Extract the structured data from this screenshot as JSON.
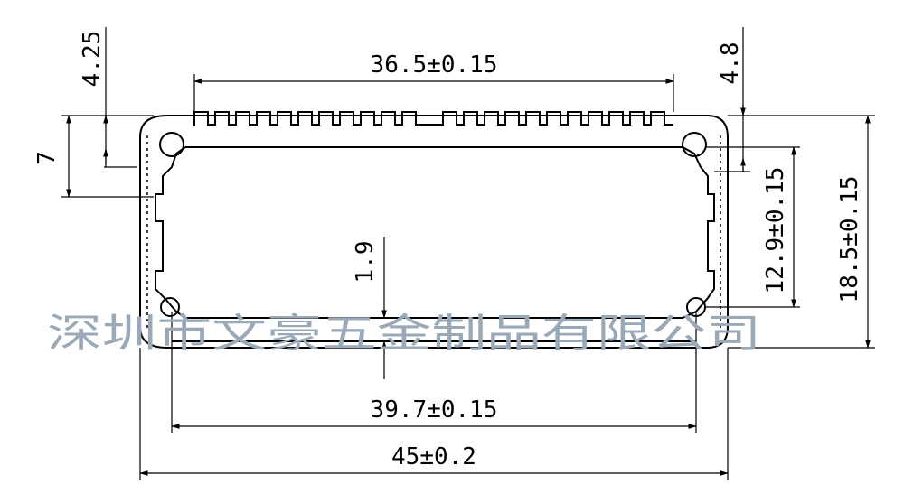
{
  "drawing": {
    "dimensions": {
      "top_width": "36.5±0.15",
      "inner_width": "39.7±0.15",
      "outer_width": "45±0.2",
      "top_offset": "4.25",
      "left_height": "7",
      "right_offset": "4.8",
      "inner_height": "12.9±0.15",
      "outer_height": "18.5±0.15",
      "wall_thickness": "1.9"
    },
    "watermark": "深圳市文豪五金制品有限公司"
  }
}
